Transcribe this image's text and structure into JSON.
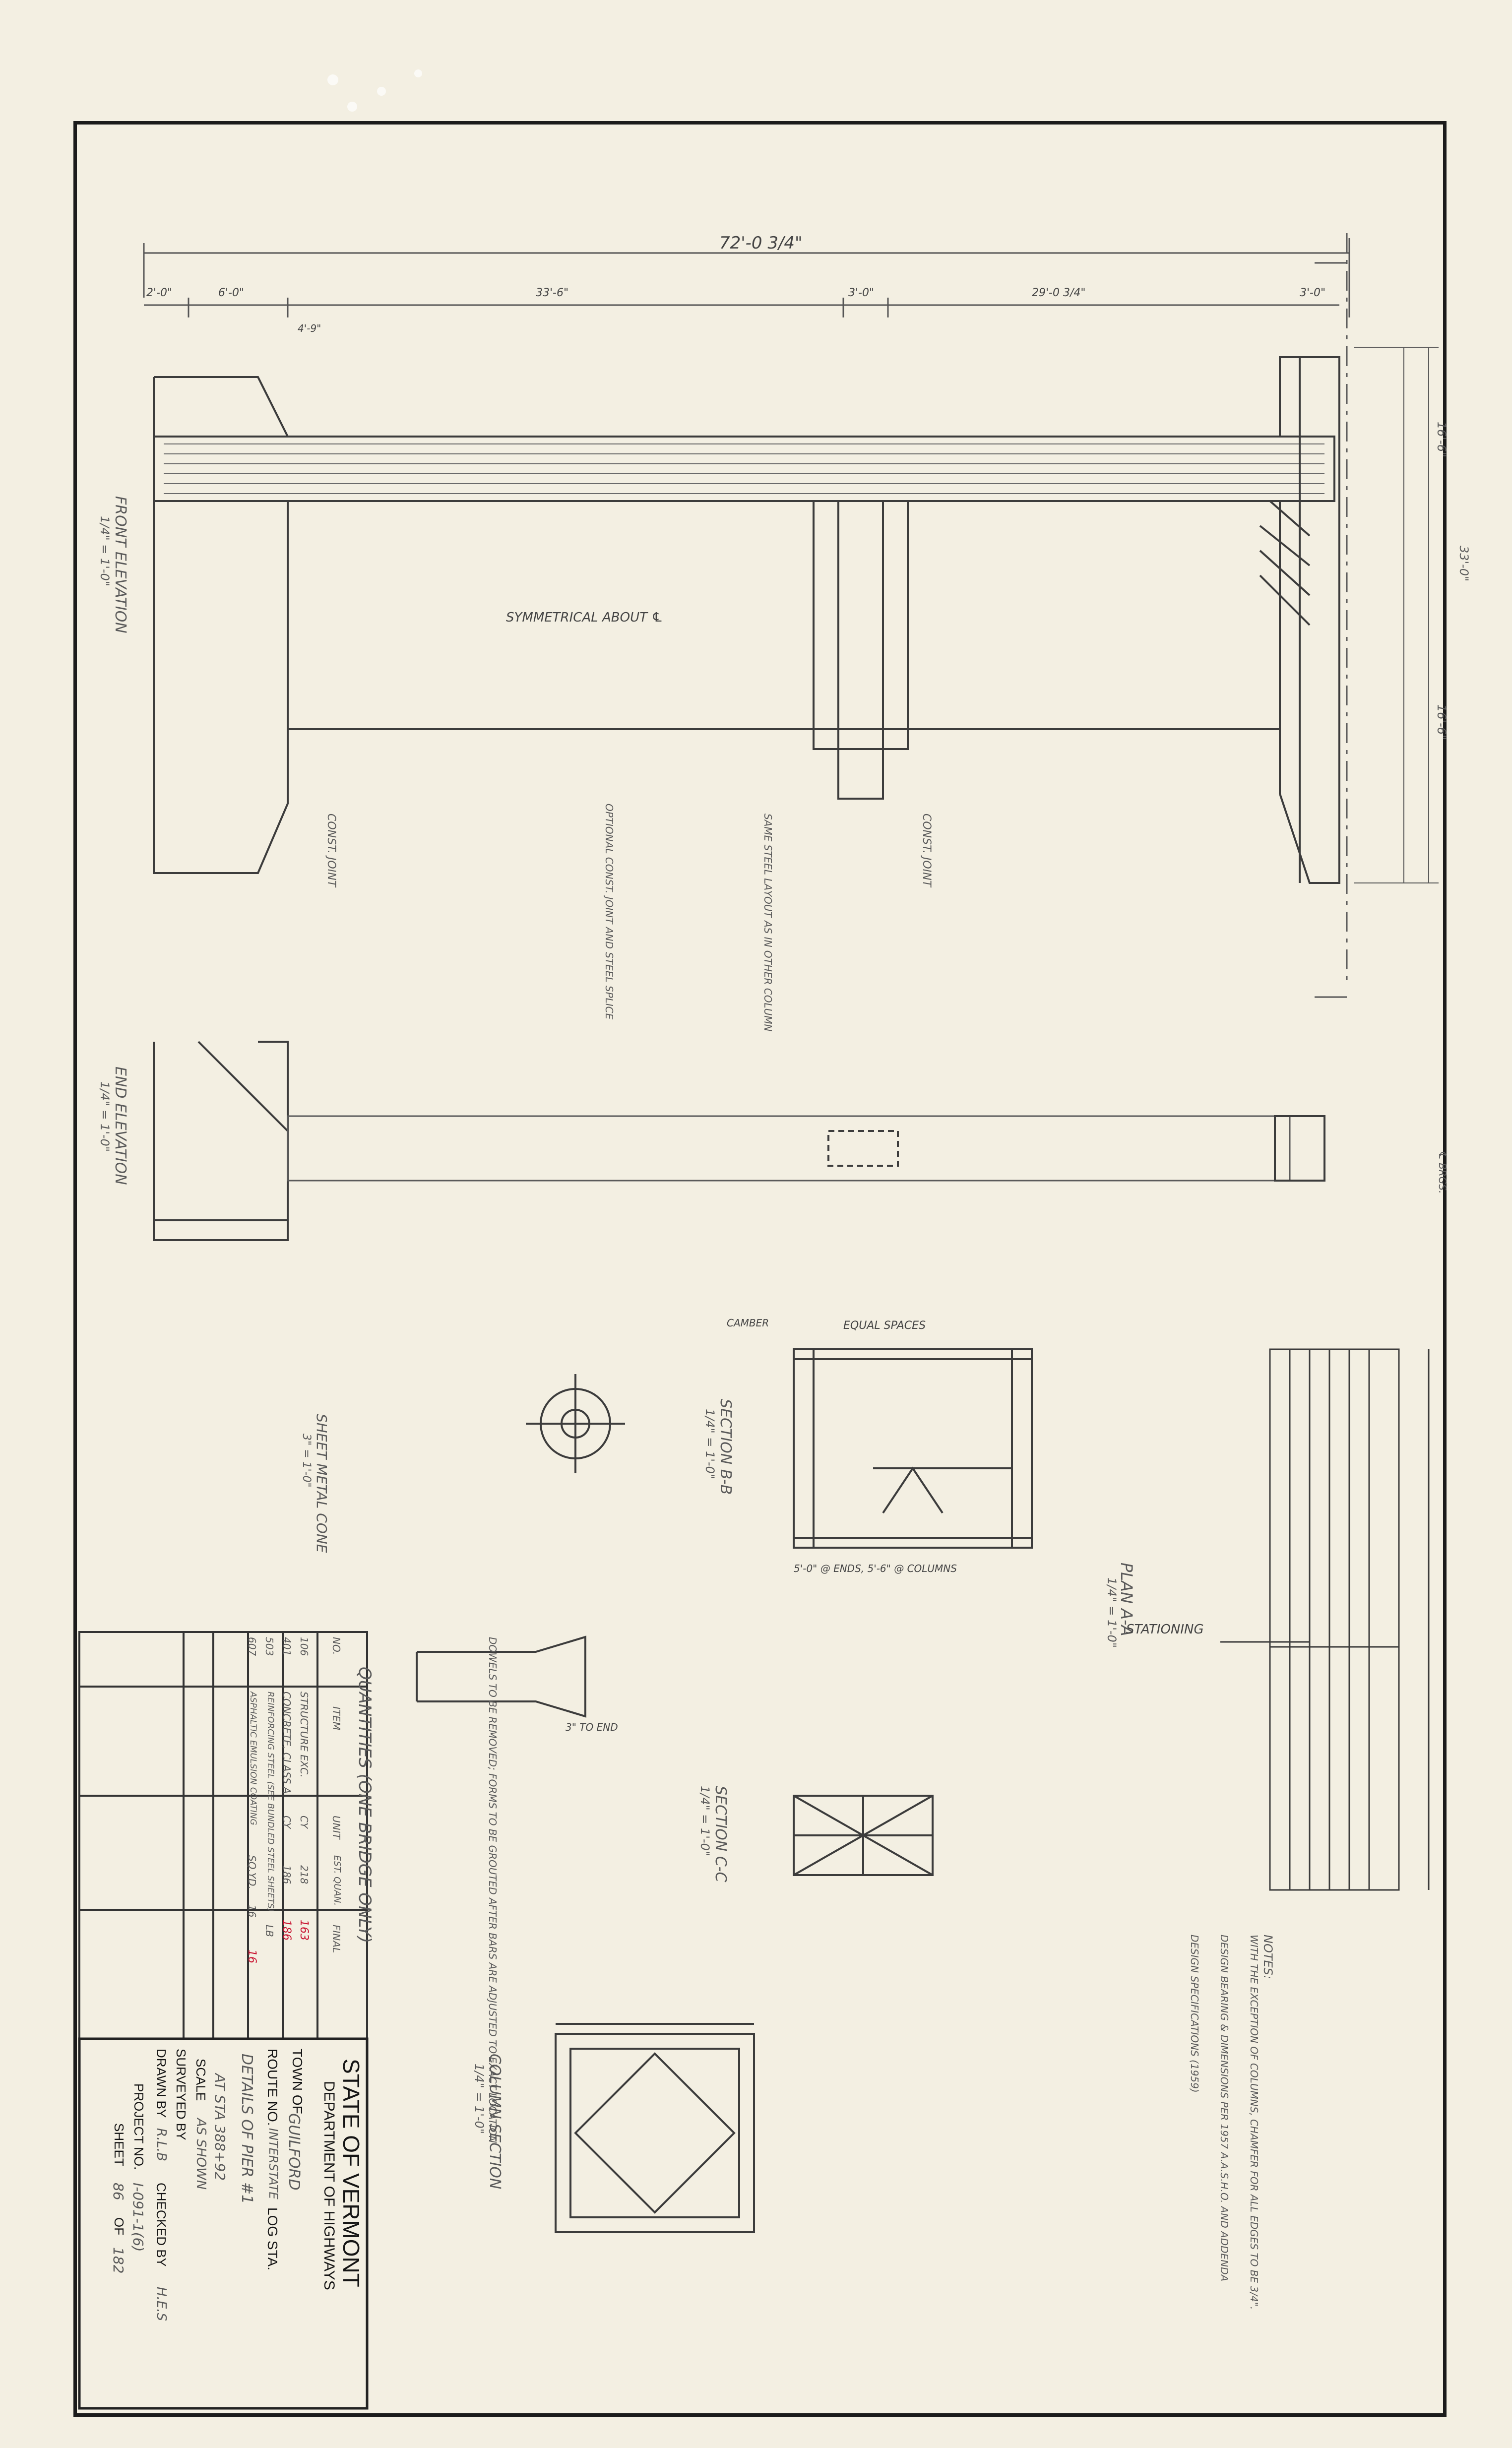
{
  "title_block": {
    "state": "STATE OF VERMONT",
    "department": "DEPARTMENT OF HIGHWAYS",
    "town_label": "TOWN OF",
    "town_value": "GUILFORD",
    "route_label": "ROUTE NO.",
    "route_value": "INTERSTATE",
    "log_sta_label": "LOG STA.",
    "description": "DETAILS OF PIER #1",
    "station_note": "AT STA 388+92",
    "scale_label": "SCALE",
    "scale_value": "AS SHOWN",
    "surveyed_label": "SURVEYED BY",
    "drawn_label": "DRAWN BY",
    "drawn_value": "R.L.B",
    "checked_label": "CHECKED BY",
    "checked_value": "H.E.S",
    "project_label": "PROJECT NO.",
    "project_value": "I-091-1(6)",
    "sheet_label": "SHEET",
    "sheet_no": "86",
    "of_label": "OF",
    "sheet_total": "182"
  },
  "quantities": {
    "title": "QUANTITIES (ONE BRIDGE ONLY)",
    "columns": [
      "NO.",
      "ITEM",
      "UNIT",
      "EST. QUAN.",
      "FINAL"
    ],
    "rows": [
      {
        "no": "106",
        "item": "STRUCTURE EXC.",
        "unit": "CY",
        "est": "218",
        "final": "163"
      },
      {
        "no": "401",
        "item": "CONCRETE, CLASS A",
        "unit": "CY",
        "est": "186",
        "final": "186"
      },
      {
        "no": "503",
        "item": "REINFORCING STEEL (SEE BUNDLED STEEL SHEETS)",
        "unit": "LB",
        "est": "",
        "final": ""
      },
      {
        "no": "607",
        "item": "ASPHALTIC EMULSION COATING",
        "unit": "SQ.YD.",
        "est": "16",
        "final": "16"
      }
    ]
  },
  "views": {
    "front_elevation": "FRONT ELEVATION",
    "front_scale": "1/4\" = 1'-0\"",
    "end_elevation": "END ELEVATION",
    "end_scale": "1/4\" = 1'-0\"",
    "section_bb": "SECTION B-B",
    "section_bb_scale": "1/4\" = 1'-0\"",
    "section_cc": "SECTION C-C",
    "section_cc_scale": "1/4\" = 1'-0\"",
    "column_section": "COLUMN SECTION",
    "column_section_scale": "1/4\" = 1'-0\"",
    "plan_aa": "PLAN A-A",
    "plan_aa_scale": "1/4\" = 1'-0\"",
    "sheet_metal_cone": "SHEET METAL CONE",
    "cone_scale": "3\" = 1'-0\""
  },
  "dimensions": {
    "overall": "72'-0 3/4\"",
    "d1": "2'-0\"",
    "d2": "6'-0\"",
    "d3": "33'-6\"",
    "d4": "3'-0\"",
    "d5": "29'-0 3/4\"",
    "d6": "3'-0\"",
    "d7": "4'-9\"",
    "d8": "33'-0\"",
    "d9": "16'-6\"",
    "d10": "16'-6\""
  },
  "labels": {
    "symmetrical": "SYMMETRICAL ABOUT ℄",
    "const_joint": "CONST. JOINT",
    "optional_joint": "OPTIONAL CONST. JOINT AND STEEL SPLICE",
    "same_steel": "SAME STEEL LAYOUT AS IN OTHER COLUMN",
    "equal_spaces": "EQUAL SPACES",
    "camber": "CAMBER",
    "stationing": "STATIONING",
    "ends_columns": "5'-0\" @ ENDS, 5'-6\" @ COLUMNS",
    "dowels_note": "DOWELS TO BE REMOVED; FORMS TO BE GROUTED AFTER BARS ARE ADJUSTED TO EXACT LOCATION",
    "bearing_top": "3\" TO END",
    "brg": "℄ BRGS."
  },
  "notes": {
    "heading": "NOTES:",
    "n1": "WITH THE EXCEPTION OF COLUMNS, CHAMFER FOR ALL EDGES TO BE 3/4\".",
    "n2": "DESIGN BEARING & DIMENSIONS PER 1957 A.A.S.H.O. AND ADDENDA",
    "n3": "DESIGN SPECIFICATIONS (1959)"
  },
  "colors": {
    "paper": "#f3efe2",
    "ink": "#2c2c2c",
    "pencil": "#6b6b6b",
    "red_ink": "#c8102e"
  }
}
